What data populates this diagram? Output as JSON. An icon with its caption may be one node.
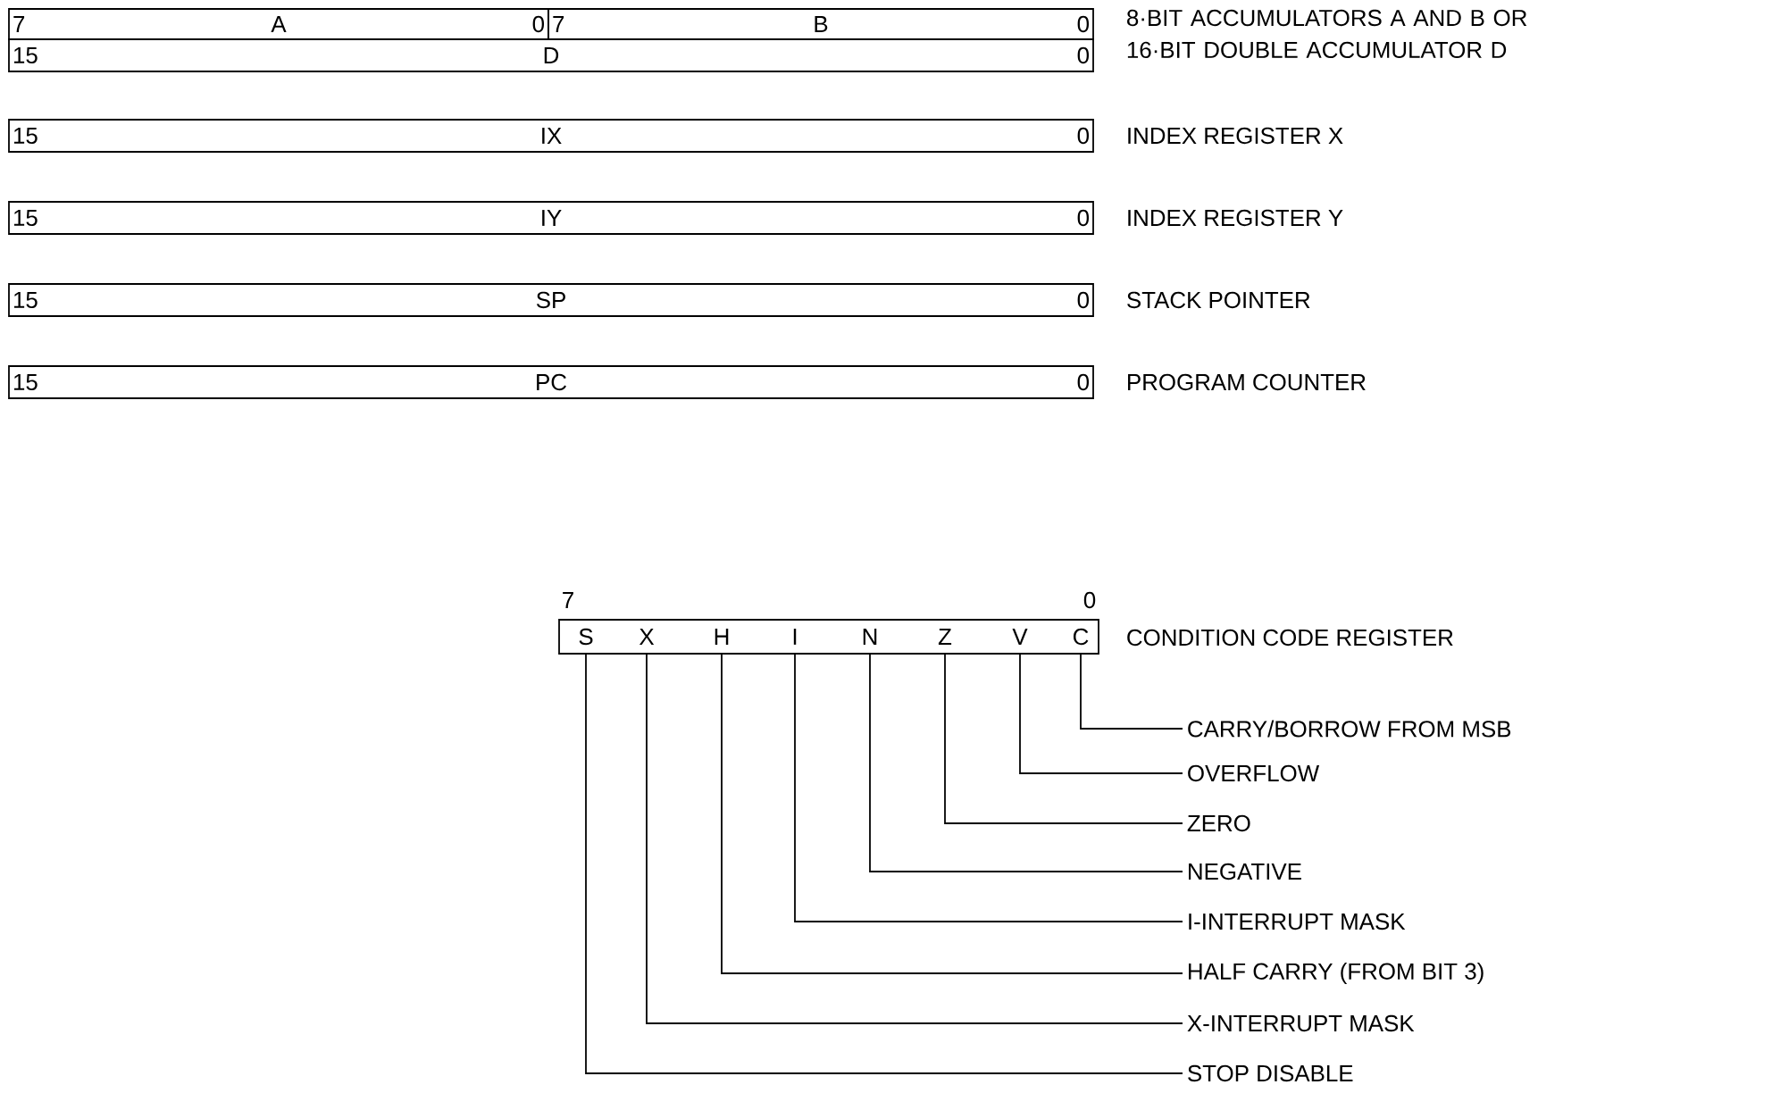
{
  "diagram": {
    "nodes": [
      {
        "text": [
          "7",
          "A",
          "0"
        ]
      },
      {
        "text": [
          "7",
          "B",
          "0"
        ],
        "beside": [
          "8·BIT ACCUMULATORS A AND B OR 16·BIT DOUBLE ACCUMULATOR D"
        ]
      },
      {
        "text": [
          "15",
          "D",
          "0"
        ]
      },
      {
        "text": [
          "15",
          "IX",
          "0"
        ],
        "beside": [
          "INDEX REGISTER X"
        ]
      },
      {
        "text": [
          "15",
          "IY",
          "0"
        ],
        "beside": [
          "INDEX REGISTER Y"
        ]
      },
      {
        "text": [
          "15",
          "SP",
          "0"
        ],
        "beside": [
          "STACK POINTER"
        ]
      },
      {
        "text": [
          "15",
          "PC",
          "0"
        ],
        "beside": [
          "PROGRAM COUNTER"
        ]
      },
      {
        "text": [],
        "shape": "box",
        "beside": [
          "CONDITION CODE REGISTER"
        ]
      },
      {
        "text": [
          "S"
        ],
        "in": 7
      },
      {
        "text": [
          "X"
        ],
        "in": 7
      },
      {
        "text": [
          "H"
        ],
        "in": 7
      },
      {
        "text": [
          "I"
        ],
        "in": 7
      },
      {
        "text": [
          "N"
        ],
        "in": 7
      },
      {
        "text": [
          "Z"
        ],
        "in": 7
      },
      {
        "text": [
          "V"
        ],
        "in": 7
      },
      {
        "text": [
          "C"
        ],
        "in": 7
      },
      {
        "text": [
          "CARRY/BORROW FROM MSB"
        ]
      },
      {
        "text": [
          "OVERFLOW"
        ]
      },
      {
        "text": [
          "ZERO"
        ]
      },
      {
        "text": [
          "NEGATIVE"
        ]
      },
      {
        "text": [
          "I-INTERRUPT MASK"
        ]
      },
      {
        "text": [
          "HALF CARRY (FROM BIT 3)"
        ]
      },
      {
        "text": [
          "X-INTERRUPT MASK"
        ]
      },
      {
        "text": [
          "STOP DISABLE"
        ]
      }
    ],
    "edges": [
      {
        "from": 16,
        "to": 15,
        "arrow": "none"
      },
      {
        "from": 17,
        "to": 14,
        "arrow": "none"
      },
      {
        "from": 18,
        "to": 13,
        "arrow": "none"
      },
      {
        "from": 19,
        "to": 12,
        "arrow": "none"
      },
      {
        "from": 20,
        "to": 11,
        "arrow": "none"
      },
      {
        "from": 21,
        "to": 10,
        "arrow": "none"
      },
      {
        "from": 22,
        "to": 9,
        "arrow": "none"
      },
      {
        "from": 23,
        "to": 8,
        "arrow": "none"
      }
    ],
    "labels": [
      "7",
      "0"
    ]
  }
}
